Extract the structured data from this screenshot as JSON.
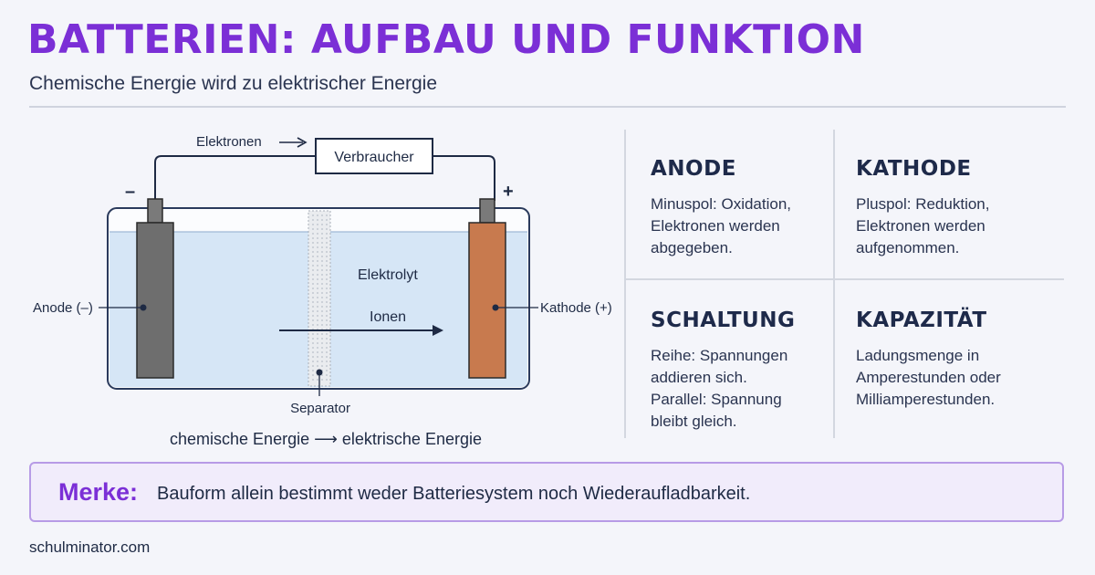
{
  "header": {
    "title": "BATTERIEN: AUFBAU UND FUNKTION",
    "subtitle": "Chemische Energie wird zu elektrischer Energie"
  },
  "diagram": {
    "electrons_label": "Elektronen",
    "consumer_label": "Verbraucher",
    "minus_sign": "–",
    "plus_sign": "+",
    "anode_label": "Anode (–)",
    "cathode_label": "Kathode (+)",
    "electrolyte_label": "Elektrolyt",
    "ions_label": "Ionen",
    "separator_label": "Separator",
    "caption": "chemische Energie ⟶ elektrische Energie"
  },
  "cards": [
    {
      "title": "ANODE",
      "lines": [
        "Minuspol: Oxidation,",
        "Elektronen werden",
        "abgegeben."
      ]
    },
    {
      "title": "KATHODE",
      "lines": [
        "Pluspol: Reduktion,",
        "Elektronen werden",
        "aufgenommen."
      ]
    },
    {
      "title": "SCHALTUNG",
      "lines": [
        "Reihe: Spannungen",
        "addieren sich.",
        "Parallel: Spannung",
        "bleibt gleich."
      ]
    },
    {
      "title": "KAPAZITÄT",
      "lines": [
        "Ladungsmenge in",
        "Amperestunden oder",
        "Milliamperestunden."
      ]
    }
  ],
  "note": {
    "label": "Merke:",
    "text": "Bauform allein bestimmt weder Batteriesystem noch Wiederaufladbarkeit."
  },
  "footer": "schulminator.com",
  "colors": {
    "accent": "#7b2fd6",
    "electrolyte": "#d6e6f6",
    "anode": "#6e6e6e",
    "cathode": "#c87a4e"
  }
}
